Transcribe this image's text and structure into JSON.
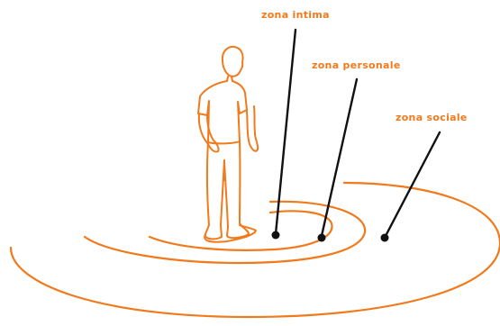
{
  "labels": {
    "intima": "zona intima",
    "personale": "zona personale",
    "sociale": "zona sociale"
  },
  "colors": {
    "accent": "#f07a1c",
    "pointer": "#111111",
    "background": "#ffffff"
  }
}
